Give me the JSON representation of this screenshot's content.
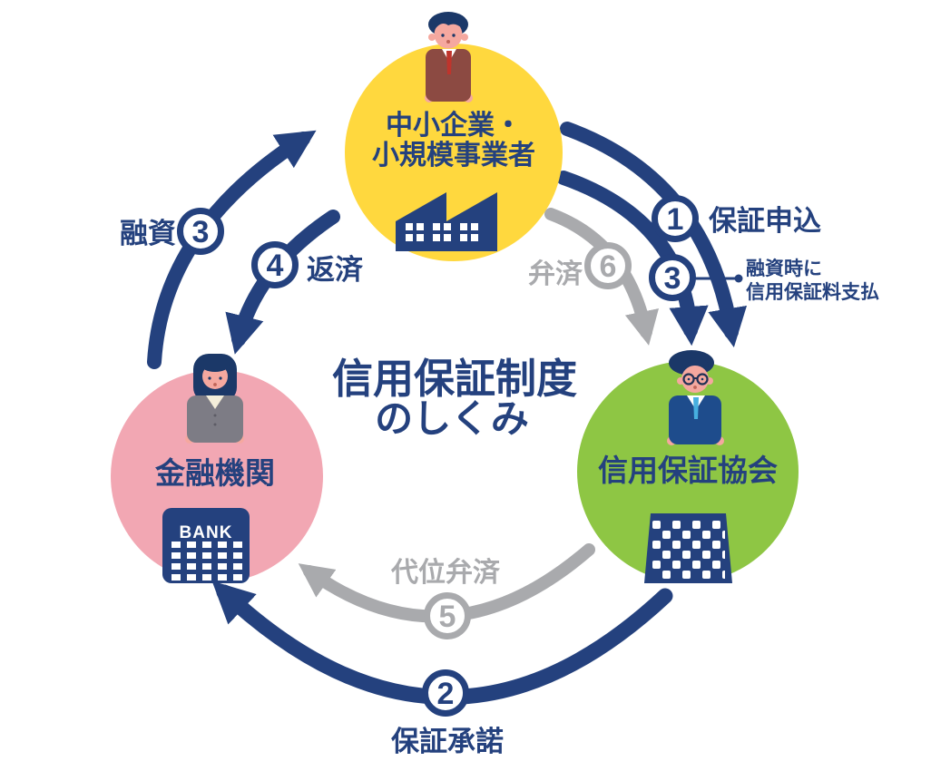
{
  "title": {
    "line1": "信用保証制度",
    "line2": "のしくみ"
  },
  "nodes": {
    "sme": {
      "label_line1": "中小企業・",
      "label_line2": "小規模事業者"
    },
    "bank": {
      "label": "金融機関",
      "building_sign": "BANK"
    },
    "cga": {
      "label": "信用保証協会"
    }
  },
  "flows": {
    "guarantee_application": {
      "step": "1",
      "label": "保証申込",
      "from": "sme",
      "to": "cga"
    },
    "guarantee_fee": {
      "step": "3",
      "label_line1": "融資時に",
      "label_line2": "信用保証料支払",
      "from": "sme",
      "to": "cga"
    },
    "repayment_to_cga": {
      "step": "6",
      "label": "弁済",
      "from": "sme",
      "to": "cga"
    },
    "loan": {
      "step": "3",
      "label": "融資",
      "from": "bank",
      "to": "sme"
    },
    "repayment_to_bank": {
      "step": "4",
      "label": "返済",
      "from": "sme",
      "to": "bank"
    },
    "subrogation": {
      "step": "5",
      "label": "代位弁済",
      "from": "cga",
      "to": "bank"
    },
    "guarantee_approval": {
      "step": "2",
      "label": "保証承諾",
      "from": "cga",
      "to": "bank"
    }
  },
  "icons": [
    "businessman-icon",
    "businesswoman-icon",
    "glasses-businessman-icon",
    "factory-icon",
    "bank-building-icon",
    "office-building-icon"
  ],
  "colors": {
    "navy": "#24417E",
    "gray": "#A9AAAD",
    "yellow": "#FFD83E",
    "pink": "#F2A7B3",
    "green": "#8EC644",
    "skin": "#F5A89F",
    "hairnavy": "#1B3868",
    "suitbrown": "#8C4A42",
    "tiered": "#C0342C",
    "suitgray": "#7D7C85",
    "shirtcream": "#F4EEDA",
    "suitblue": "#1E4C8C",
    "tieblue": "#47AFE0",
    "white": "#FFFFFF",
    "mouth": "#C06458"
  }
}
